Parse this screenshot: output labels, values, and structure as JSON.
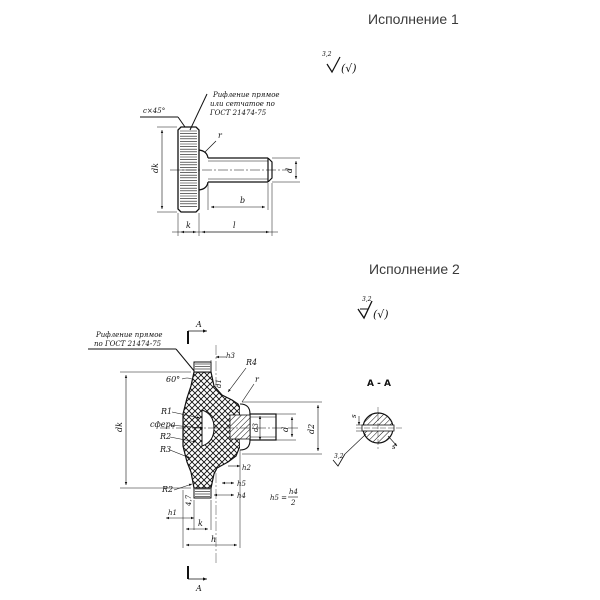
{
  "variant1": {
    "title": "Исполнение 1",
    "roughness_value": "3,2",
    "roughness_extra": "(√)",
    "knurl_note": [
      "Рифление прямое",
      "или сетчатое по",
      "ГОСТ 21474-75"
    ],
    "chamfer": "c×45°",
    "labels": {
      "dk": "dk",
      "r": "r",
      "d": "d",
      "b": "b",
      "k": "k",
      "l": "l"
    }
  },
  "variant2": {
    "title": "Исполнение 2",
    "roughness_value": "3,2",
    "roughness_extra": "(√)",
    "knurl_note": [
      "Рифление прямое",
      "по ГОСТ 21474-75"
    ],
    "section_mark": "A",
    "section_title": "A - A",
    "labels": {
      "angle": "60°",
      "h3": "h3",
      "R4": "R4",
      "d1": "d1",
      "r": "r",
      "R1": "R1",
      "sphere": "сфера",
      "R2": "R2",
      "R3": "R3",
      "dk": "dk",
      "d3": "d3",
      "d": "d",
      "d2": "d2",
      "h2": "h2",
      "h5": "h5",
      "h4": "h4",
      "R2b": "R2",
      "val47": "4,7",
      "h1": "h1",
      "k": "k",
      "h": "h",
      "s": "s",
      "s2": "s",
      "sec_rough": "3,2"
    },
    "formula": {
      "lhs": "h5 =",
      "num": "h4",
      "den": "2"
    }
  }
}
